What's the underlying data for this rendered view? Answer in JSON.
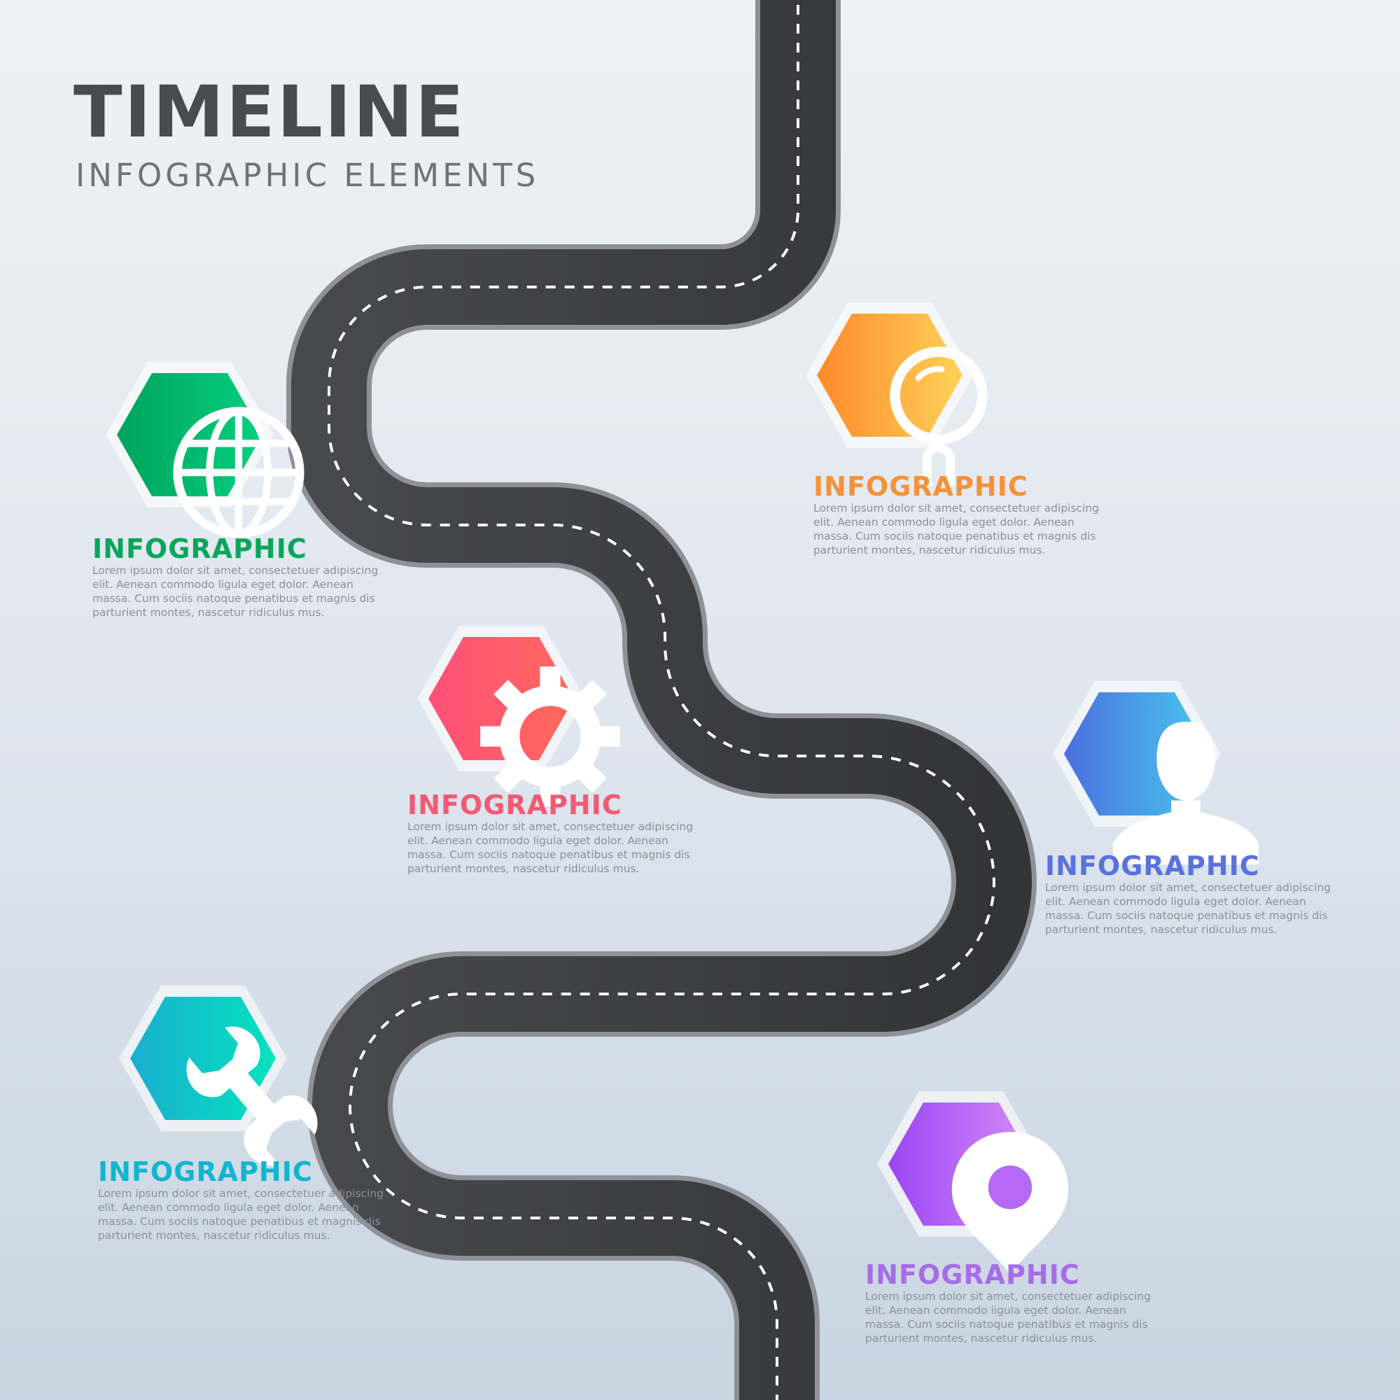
{
  "header": {
    "title": "TIMELINE",
    "subtitle": "INFOGRAPHIC ELEMENTS"
  },
  "road_colors": {
    "asphalt": "#3c3d41",
    "edge": "#8e9197",
    "lane_marking": "#ffffff"
  },
  "steps": [
    {
      "title": "INFOGRAPHIC",
      "text": "Lorem ipsum dolor sit amet, consectetuer adipiscing elit. Aenean commodo ligula eget dolor. Aenean massa. Cum sociis natoque penatibus et magnis dis parturient montes, nascetur ridiculus mus.",
      "icon": "magnifier-icon",
      "color_start": "#ff8a2a",
      "color_end": "#ffd256",
      "title_color": "#f4923a"
    },
    {
      "title": "INFOGRAPHIC",
      "text": "Lorem ipsum dolor sit amet, consectetuer adipiscing elit. Aenean commodo ligula eget dolor. Aenean massa. Cum sociis natoque penatibus et magnis dis parturient montes, nascetur ridiculus mus.",
      "icon": "globe-icon",
      "color_start": "#00a35c",
      "color_end": "#03cf7e",
      "title_color": "#0aa55b"
    },
    {
      "title": "INFOGRAPHIC",
      "text": "Lorem ipsum dolor sit amet, consectetuer adipiscing elit. Aenean commodo ligula eget dolor. Aenean massa. Cum sociis natoque penatibus et magnis dis parturient montes, nascetur ridiculus mus.",
      "icon": "gear-icon",
      "color_start": "#ff4f7a",
      "color_end": "#ff6a5b",
      "title_color": "#f25a74"
    },
    {
      "title": "INFOGRAPHIC",
      "text": "Lorem ipsum dolor sit amet, consectetuer adipiscing elit. Aenean commodo ligula eget dolor. Aenean massa. Cum sociis natoque penatibus et magnis dis parturient montes, nascetur ridiculus mus.",
      "icon": "user-icon",
      "color_start": "#4a6fe0",
      "color_end": "#48c9ec",
      "title_color": "#5a72dc"
    },
    {
      "title": "INFOGRAPHIC",
      "text": "Lorem ipsum dolor sit amet, consectetuer adipiscing elit. Aenean commodo ligula eget dolor. Aenean massa. Cum sociis natoque penatibus et magnis dis parturient montes, nascetur ridiculus mus.",
      "icon": "wrench-icon",
      "color_start": "#1aaed0",
      "color_end": "#04e3bf",
      "title_color": "#10b5cf"
    },
    {
      "title": "INFOGRAPHIC",
      "text": "Lorem ipsum dolor sit amet, consectetuer adipiscing elit. Aenean commodo ligula eget dolor. Aenean massa. Cum sociis natoque penatibus et magnis dis parturient montes, nascetur ridiculus mus.",
      "icon": "location-pin-icon",
      "color_start": "#9b45f5",
      "color_end": "#d58df6",
      "title_color": "#a76de8"
    }
  ]
}
